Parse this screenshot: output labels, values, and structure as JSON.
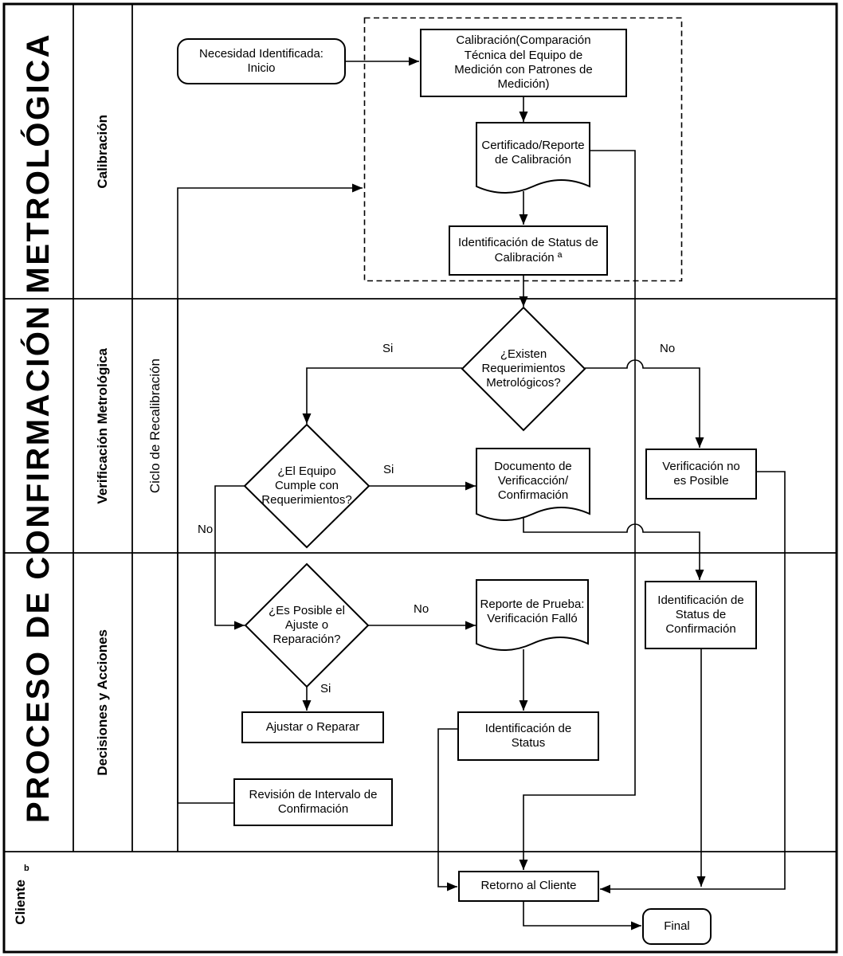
{
  "diagram": {
    "title": "PROCESO DE CONFIRMACIÓN METROLÓGICA",
    "lanes": {
      "calibracion": "Calibración",
      "verificacion": "Verificación Metrológica",
      "ciclo_recalibracion": "Ciclo de Recalibración",
      "decisiones": "Decisiones y Acciones",
      "cliente": "Cliente",
      "cliente_footnote": "b"
    },
    "nodes": {
      "inicio": "Necesidad Identificada: Inicio",
      "calibracion_proceso": "Calibración(Comparación Técnica del Equipo de Medición con Patrones de Medición)",
      "certificado": "Certificado/Reporte de Calibración",
      "status_calibracion": "Identificación de Status de Calibración ª",
      "existen_requerimientos": "¿Existen Requerimientos Metrológicos?",
      "equipo_cumple": "¿El Equipo Cumple con Requerimientos?",
      "documento_verificacion": "Documento de Verificacción/ Confirmación",
      "verificacion_no_posible": "Verificación no es Posible",
      "es_posible_ajuste": "¿Es Posible el Ajuste o Reparación?",
      "reporte_prueba": "Reporte de Prueba: Verificación Falló",
      "status_confirmacion": "Identificación de Status de Confirmación",
      "ajustar_reparar": "Ajustar o Reparar",
      "revision_intervalo": "Revisión de Intervalo de Confirmación",
      "identificacion_status": "Identificación de Status",
      "retorno_cliente": "Retorno al Cliente",
      "final": "Final"
    },
    "edge_labels": {
      "existen_si": "Si",
      "existen_no": "No",
      "cumple_si": "Si",
      "cumple_no": "No",
      "ajuste_no": "No",
      "ajuste_si": "Si"
    },
    "colors": {
      "line": "#000000",
      "background": "#ffffff"
    }
  }
}
